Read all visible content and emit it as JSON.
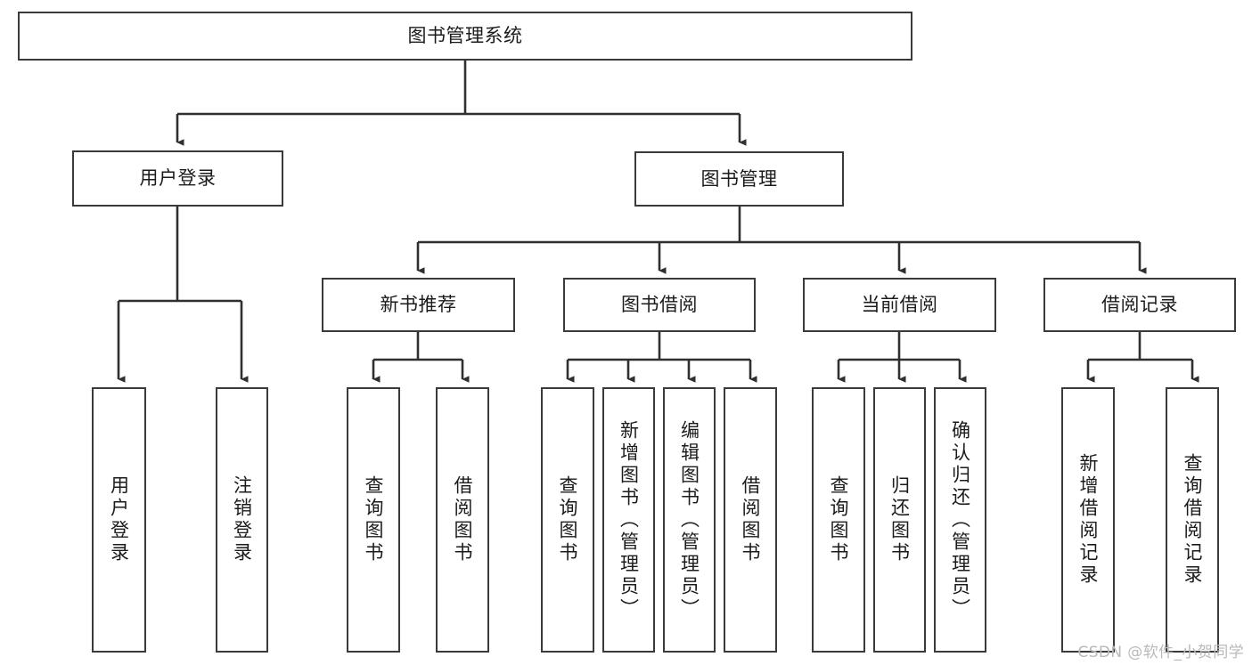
{
  "diagram": {
    "type": "tree-hierarchy-chart",
    "title": "图书管理系统",
    "orientation": "top-down",
    "colors": {
      "box_border": "#3a3a3a",
      "box_fill": "#ffffff",
      "edge": "#2f2f2f",
      "text": "#1b1b1b",
      "watermark": "#b9b9b9",
      "background": "#ffffff"
    },
    "nodes": {
      "root": {
        "label": "图书管理系统",
        "level": 1
      },
      "l2": [
        {
          "id": "user-login",
          "label": "用户登录",
          "level": 2
        },
        {
          "id": "book-manage",
          "label": "图书管理",
          "level": 2
        }
      ],
      "l3": [
        {
          "id": "new-book-recommend",
          "label": "新书推荐",
          "level": 3,
          "parent": "book-manage"
        },
        {
          "id": "book-borrow",
          "label": "图书借阅",
          "level": 3,
          "parent": "book-manage"
        },
        {
          "id": "current-borrow",
          "label": "当前借阅",
          "level": 3,
          "parent": "book-manage"
        },
        {
          "id": "borrow-record",
          "label": "借阅记录",
          "level": 3,
          "parent": "book-manage"
        }
      ],
      "leaves": [
        {
          "id": "leaf-user-login",
          "label": "用户登录",
          "parent": "user-login"
        },
        {
          "id": "leaf-user-logout",
          "label": "注销登录",
          "parent": "user-login"
        },
        {
          "id": "leaf-query-book-1",
          "label": "查询图书",
          "parent": "new-book-recommend"
        },
        {
          "id": "leaf-borrow-book-1",
          "label": "借阅图书",
          "parent": "new-book-recommend"
        },
        {
          "id": "leaf-query-book-2",
          "label": "查询图书",
          "parent": "book-borrow"
        },
        {
          "id": "leaf-add-book",
          "label": "新增图书（管理员）",
          "parent": "book-borrow"
        },
        {
          "id": "leaf-edit-book",
          "label": "编辑图书（管理员）",
          "parent": "book-borrow"
        },
        {
          "id": "leaf-borrow-book-2",
          "label": "借阅图书",
          "parent": "book-borrow"
        },
        {
          "id": "leaf-query-book-3",
          "label": "查询图书",
          "parent": "current-borrow"
        },
        {
          "id": "leaf-return-book",
          "label": "归还图书",
          "parent": "current-borrow"
        },
        {
          "id": "leaf-confirm-return",
          "label": "确认归还（管理员）",
          "parent": "current-borrow"
        },
        {
          "id": "leaf-add-record",
          "label": "新增借阅记录",
          "parent": "borrow-record"
        },
        {
          "id": "leaf-query-record",
          "label": "查询借阅记录",
          "parent": "borrow-record"
        }
      ]
    }
  },
  "watermark": {
    "text": "CSDN @软件_小贺同学"
  }
}
